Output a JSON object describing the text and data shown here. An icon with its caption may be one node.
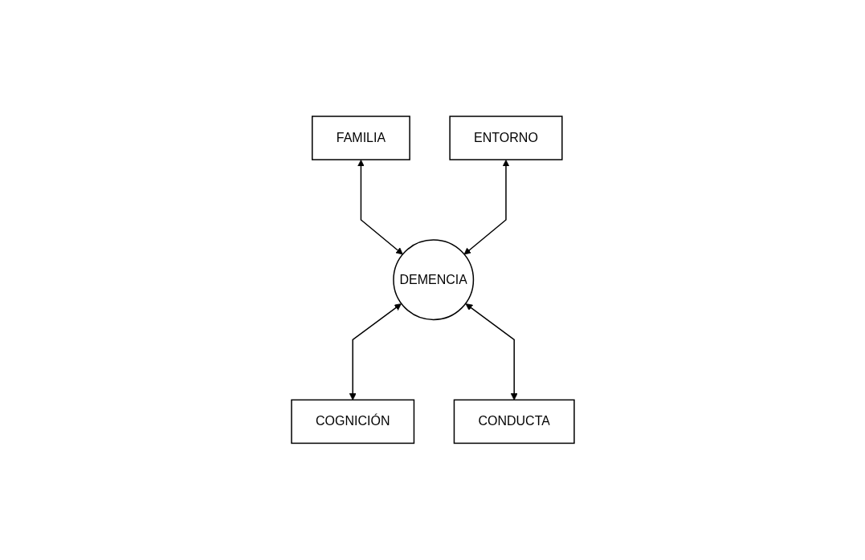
{
  "diagram": {
    "nodes": [
      {
        "text": [
          "FAMILIA"
        ]
      },
      {
        "text": [
          "ENTORNO"
        ]
      },
      {
        "text": [
          "DEMENCIA"
        ]
      },
      {
        "text": [
          "COGNICIÓN"
        ]
      },
      {
        "text": [
          "CONDUCTA"
        ]
      }
    ],
    "edges": [
      {
        "from": 0,
        "to": 2,
        "arrow": "both"
      },
      {
        "from": 1,
        "to": 2,
        "arrow": "both"
      },
      {
        "from": 2,
        "to": 3,
        "arrow": "both"
      },
      {
        "from": 2,
        "to": 4,
        "arrow": "both"
      }
    ]
  }
}
